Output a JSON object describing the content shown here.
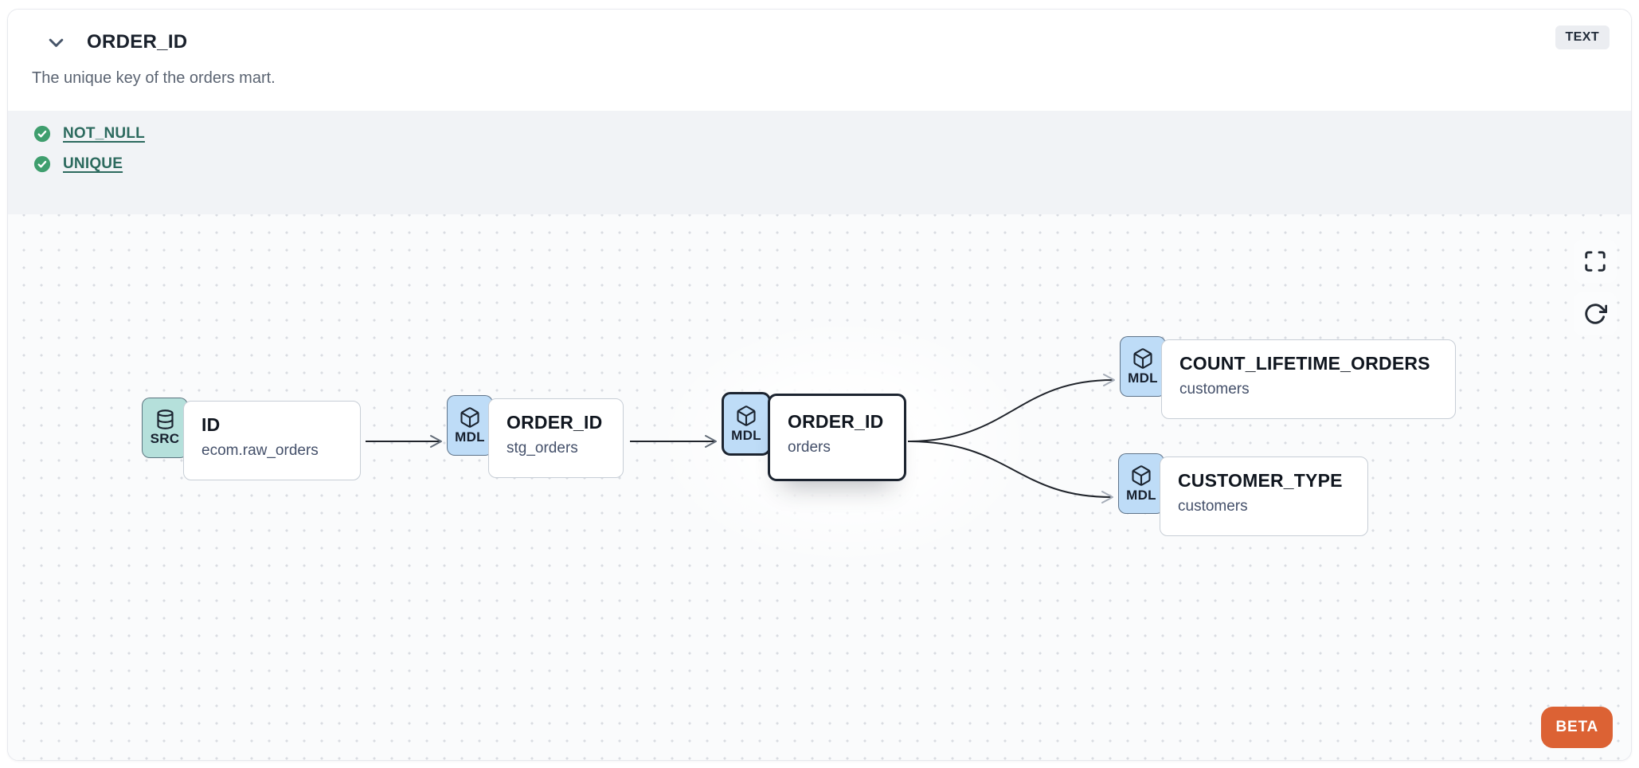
{
  "header": {
    "title": "ORDER_ID",
    "description": "The unique key of the orders mart.",
    "type_badge": "TEXT"
  },
  "tests": [
    {
      "label": "NOT_NULL",
      "status": "pass"
    },
    {
      "label": "UNIQUE",
      "status": "pass"
    }
  ],
  "lineage": {
    "nodes": [
      {
        "kind": "SRC",
        "icon": "database-icon",
        "title": "ID",
        "subtitle": "ecom.raw_orders",
        "selected": false
      },
      {
        "kind": "MDL",
        "icon": "cube-icon",
        "title": "ORDER_ID",
        "subtitle": "stg_orders",
        "selected": false
      },
      {
        "kind": "MDL",
        "icon": "cube-icon",
        "title": "ORDER_ID",
        "subtitle": "orders",
        "selected": true
      },
      {
        "kind": "MDL",
        "icon": "cube-icon",
        "title": "COUNT_LIFETIME_ORDERS",
        "subtitle": "customers",
        "selected": false
      },
      {
        "kind": "MDL",
        "icon": "cube-icon",
        "title": "CUSTOMER_TYPE",
        "subtitle": "customers",
        "selected": false
      }
    ],
    "edges": [
      {
        "from": 0,
        "to": 1
      },
      {
        "from": 1,
        "to": 2
      },
      {
        "from": 2,
        "to": 3
      },
      {
        "from": 2,
        "to": 4
      }
    ],
    "beta_label": "BETA"
  },
  "icons": {
    "header_collapse": "chevron-down-icon",
    "test_status": "check-circle-icon",
    "canvas_controls": [
      "fullscreen-icon",
      "refresh-icon"
    ]
  },
  "colors": {
    "src_badge": "#b5e0db",
    "mdl_badge": "#bedcf7",
    "selected_border": "#1c2430",
    "test_pass_green": "#3f9e6e",
    "test_link_teal": "#2c6a5e",
    "beta_orange": "#dc6234",
    "type_badge_bg": "#ebedf1",
    "tests_section_bg": "#f1f3f6",
    "canvas_bg": "#fafbfc"
  }
}
